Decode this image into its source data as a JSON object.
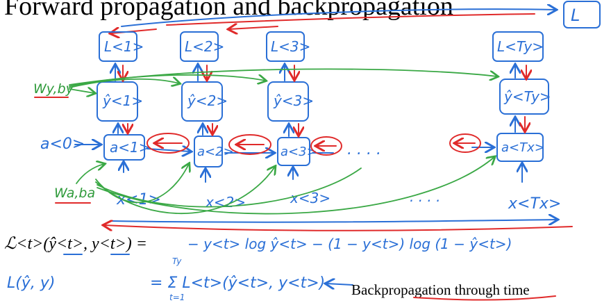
{
  "title": "Forward propagation and backpropagation",
  "total_loss_label": "L",
  "weights": {
    "output": "Wy,by",
    "recurrent": "Wa,ba"
  },
  "initial_activation": "a<0>",
  "ellipsis": ". . . .",
  "input_ellipsis": ". . . .",
  "timesteps": [
    {
      "loss": "L<1>",
      "yhat": "ŷ<1>",
      "act": "a<1>",
      "x": "x<1>"
    },
    {
      "loss": "L<2>",
      "yhat": "ŷ<2>",
      "act": "a<2>",
      "x": "x<2>"
    },
    {
      "loss": "L<3>",
      "yhat": "ŷ<3>",
      "act": "a<3>",
      "x": "x<3>"
    },
    {
      "loss": "L<Ty>",
      "yhat": "ŷ<Ty>",
      "act": "a<Tx>",
      "x": "x<Tx>"
    }
  ],
  "equations": {
    "step_loss_lhs": "ℒ<t>(ŷ<t>, y<t>) =",
    "step_loss_rhs": "− y<t> log ŷ<t> − (1 − y<t>) log (1 − ŷ<t>)",
    "total_loss_lhs": "L(ŷ, y)",
    "total_loss_rhs": "= Σ L<t>(ŷ<t>, y<t>)",
    "sum_upper": "Ty",
    "sum_lower": "t=1"
  },
  "footer": "Backpropagation through time",
  "colors": {
    "blue": "#2a6fd6",
    "green": "#3aa845",
    "red": "#e02a2a",
    "text": "#000000"
  }
}
